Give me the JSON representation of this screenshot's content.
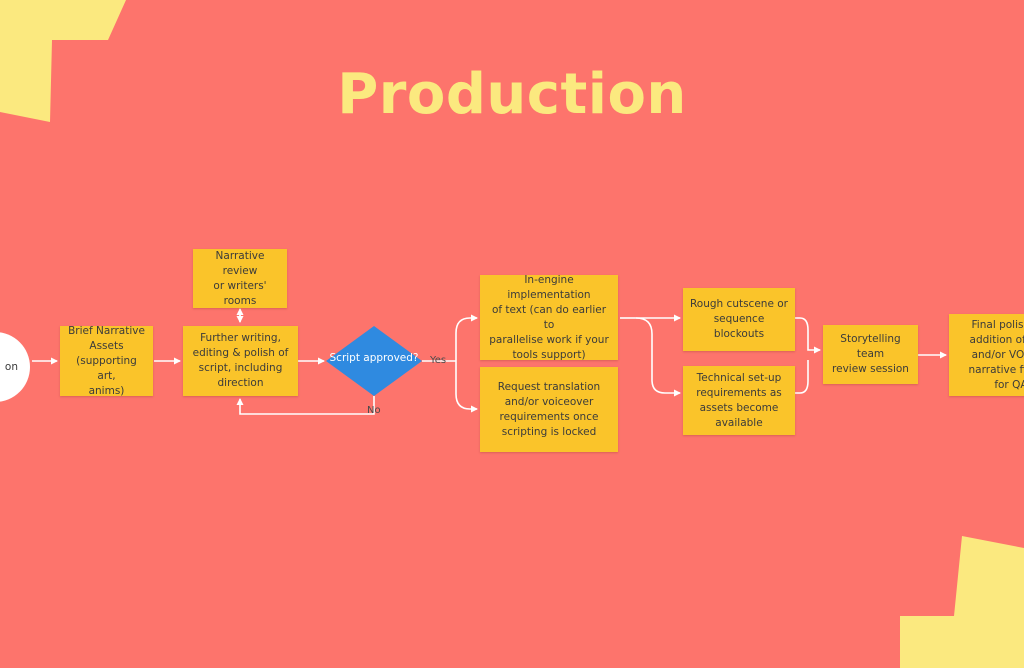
{
  "title": "Production",
  "colors": {
    "background": "#fd746c",
    "accent": "#fbe97f",
    "sticky_note": "#fac42a",
    "decision": "#2f8ae0",
    "connector": "#ffffff"
  },
  "start_node": {
    "label": "on"
  },
  "notes": {
    "brief": "Brief Narrative\nAssets\n(supporting art,\nanims)",
    "narrative_review": "Narrative review\nor writers' rooms",
    "further_writing": "Further writing,\nediting & polish of\nscript, including\ndirection",
    "in_engine": "In-engine implementation\nof text (can do earlier to\nparallelise work if your\ntools support)",
    "translation": "Request translation\nand/or voiceover\nrequirements once\nscripting is locked",
    "cutscene": "Rough cutscene or\nsequence blockouts",
    "technical": "Technical set-up\nrequirements as\nassets become\navailable",
    "storytelling": "Storytelling team\nreview session",
    "final_polish": "Final polish to\naddition of tra\nand/or VO, an\nnarrative fixes\nfor QA pe"
  },
  "decision": {
    "label": "Script approved?"
  },
  "edge_labels": {
    "yes": "Yes",
    "no": "No"
  }
}
